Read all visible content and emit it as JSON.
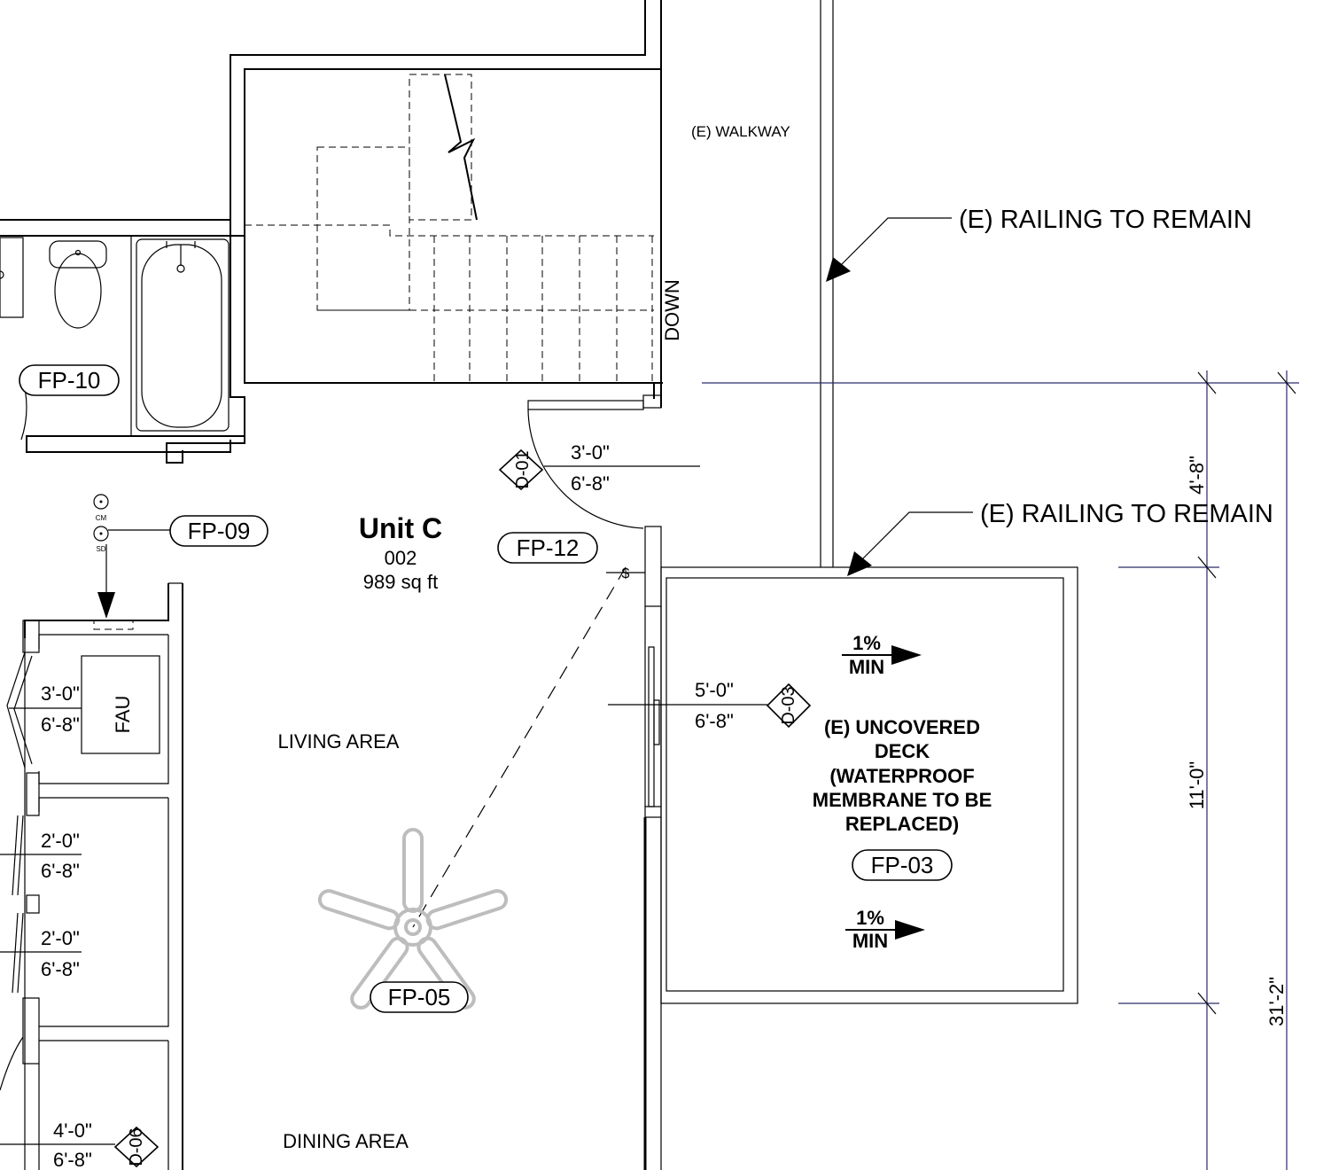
{
  "unit": {
    "name": "Unit C",
    "number": "002",
    "area": "989 sq ft"
  },
  "rooms": {
    "walkway": "(E) WALKWAY",
    "living": "LIVING AREA",
    "dining": "DINING AREA",
    "fau": "FAU"
  },
  "stair": {
    "direction": "DOWN"
  },
  "callouts": {
    "railing_1": "(E) RAILING TO REMAIN",
    "railing_2": "(E) RAILING TO REMAIN"
  },
  "deck": {
    "lines": [
      "(E) UNCOVERED",
      "DECK",
      "(WATERPROOF",
      "MEMBRANE TO BE",
      "REPLACED)"
    ],
    "slope_top": {
      "value": "1%",
      "label": "MIN"
    },
    "slope_bottom": {
      "value": "1%",
      "label": "MIN"
    }
  },
  "tags": {
    "fp10": "FP-10",
    "fp09": "FP-09",
    "fp12": "FP-12",
    "fp05": "FP-05",
    "fp03": "FP-03"
  },
  "detectors": {
    "cm": "CM",
    "sd": "SD"
  },
  "doors": {
    "d01": {
      "tag": "D-01",
      "width": "3'-0\"",
      "height": "6'-8\""
    },
    "d03": {
      "tag": "D-03",
      "width": "5'-0\"",
      "height": "6'-8\""
    },
    "d06": {
      "tag": "D-06",
      "width": "4'-0\"",
      "height": "6'-8\""
    },
    "closet_fau": {
      "width": "3'-0\"",
      "height": "6'-8\""
    },
    "closet_2": {
      "width": "2'-0\"",
      "height": "6'-8\""
    },
    "closet_3": {
      "width": "2'-0\"",
      "height": "6'-8\""
    }
  },
  "dimensions": {
    "d1": "4'-8\"",
    "d2": "11'-0\"",
    "total": "31'-2\""
  }
}
